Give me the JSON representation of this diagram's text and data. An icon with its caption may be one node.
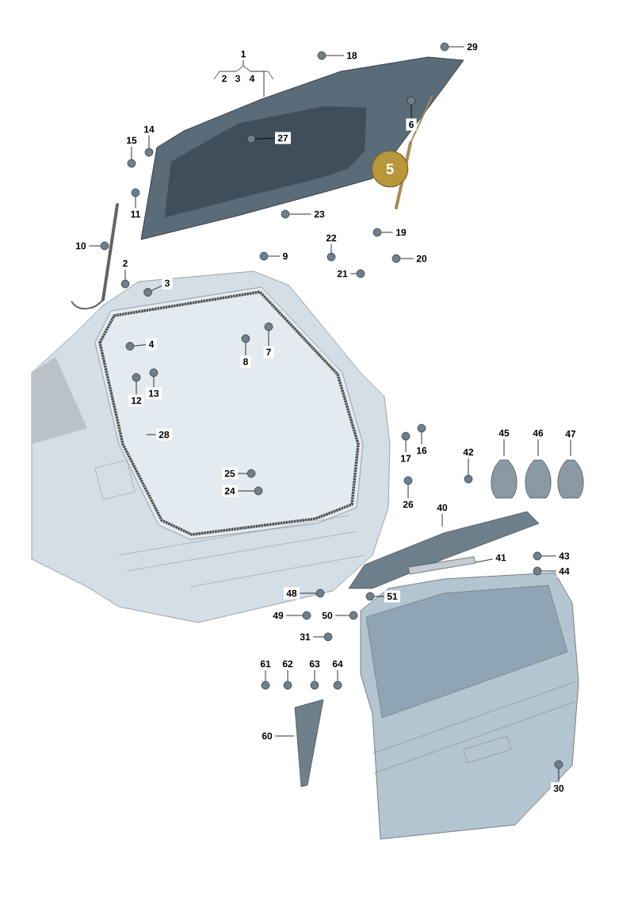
{
  "diagram": {
    "nodes": [
      {
        "text": [
          "1"
        ]
      },
      {
        "text": [
          "18"
        ]
      },
      {
        "text": [
          "29"
        ]
      },
      {
        "text": [
          "27"
        ]
      },
      {
        "text": [
          "14"
        ]
      },
      {
        "text": [
          "15"
        ]
      },
      {
        "text": [
          "6"
        ]
      },
      {
        "text": [
          "5"
        ]
      },
      {
        "text": [
          "23"
        ]
      },
      {
        "text": [
          "11"
        ]
      },
      {
        "text": [
          "19"
        ]
      },
      {
        "text": [
          "22"
        ]
      },
      {
        "text": [
          "10"
        ]
      },
      {
        "text": [
          "9"
        ]
      },
      {
        "text": [
          "20"
        ]
      },
      {
        "text": [
          "2"
        ]
      },
      {
        "text": [
          "3"
        ]
      },
      {
        "text": [
          "21"
        ]
      },
      {
        "text": [
          "4"
        ]
      },
      {
        "text": [
          "7"
        ]
      },
      {
        "text": [
          "8"
        ]
      },
      {
        "text": [
          "13"
        ]
      },
      {
        "text": [
          "12"
        ]
      },
      {
        "text": [
          "28"
        ]
      },
      {
        "text": [
          "45"
        ]
      },
      {
        "text": [
          "46"
        ]
      },
      {
        "text": [
          "47"
        ]
      },
      {
        "text": [
          "16"
        ]
      },
      {
        "text": [
          "42"
        ]
      },
      {
        "text": [
          "17"
        ]
      },
      {
        "text": [
          "25"
        ]
      },
      {
        "text": [
          "24"
        ]
      },
      {
        "text": [
          "26"
        ]
      },
      {
        "text": [
          "40"
        ]
      },
      {
        "text": [
          "41"
        ]
      },
      {
        "text": [
          "43"
        ]
      },
      {
        "text": [
          "44"
        ]
      },
      {
        "text": [
          "48"
        ]
      },
      {
        "text": [
          "51"
        ]
      },
      {
        "text": [
          "49"
        ]
      },
      {
        "text": [
          "50"
        ]
      },
      {
        "text": [
          "31"
        ]
      },
      {
        "text": [
          "61"
        ]
      },
      {
        "text": [
          "62"
        ]
      },
      {
        "text": [
          "63"
        ]
      },
      {
        "text": [
          "64"
        ]
      },
      {
        "text": [
          "60"
        ]
      },
      {
        "text": [
          "30"
        ]
      },
      {
        "text": [],
        "shape": "circle"
      },
      {
        "text": [],
        "shape": "circle"
      },
      {
        "text": [],
        "shape": "circle"
      },
      {
        "text": [],
        "shape": "circle"
      },
      {
        "text": [],
        "shape": "circle"
      },
      {
        "text": [],
        "shape": "circle"
      },
      {
        "text": [],
        "shape": "circle"
      },
      {
        "text": [],
        "shape": "circle"
      },
      {
        "text": [],
        "shape": "circle"
      },
      {
        "text": [],
        "shape": "circle"
      },
      {
        "text": [],
        "shape": "circle"
      },
      {
        "text": [],
        "shape": "circle"
      },
      {
        "text": [],
        "shape": "circle"
      },
      {
        "text": [],
        "shape": "circle"
      },
      {
        "text": [],
        "shape": "circle"
      },
      {
        "text": [],
        "shape": "circle"
      },
      {
        "text": [],
        "shape": "circle"
      },
      {
        "text": [],
        "shape": "circle"
      },
      {
        "text": [],
        "shape": "circle"
      },
      {
        "text": [],
        "shape": "circle"
      },
      {
        "text": [],
        "shape": "circle"
      },
      {
        "text": [],
        "shape": "circle"
      },
      {
        "text": [],
        "shape": "circle"
      },
      {
        "text": [],
        "shape": "circle"
      },
      {
        "text": [],
        "shape": "circle"
      },
      {
        "text": [],
        "shape": "circle"
      },
      {
        "text": [],
        "shape": "circle"
      },
      {
        "text": [],
        "shape": "circle"
      },
      {
        "text": [],
        "shape": "circle"
      },
      {
        "text": [],
        "shape": "circle"
      },
      {
        "text": [],
        "shape": "circle"
      },
      {
        "text": [],
        "shape": "circle"
      },
      {
        "text": [],
        "shape": "circle"
      },
      {
        "text": [],
        "shape": "circle"
      },
      {
        "text": [],
        "shape": "circle"
      },
      {
        "text": [],
        "shape": "circle"
      },
      {
        "text": [],
        "shape": "circle"
      },
      {
        "text": [],
        "shape": "circle"
      },
      {
        "text": [],
        "shape": "circle"
      }
    ],
    "edges": [
      {
        "from": 0,
        "to": null,
        "arrow": "none"
      },
      {
        "from": 1,
        "to": 48,
        "arrow": "none"
      },
      {
        "from": 2,
        "to": 49,
        "arrow": "none"
      },
      {
        "from": 3,
        "to": 50,
        "arrow": "none"
      },
      {
        "from": 4,
        "to": 51,
        "arrow": "none"
      },
      {
        "from": 5,
        "to": 52,
        "arrow": "none"
      },
      {
        "from": 6,
        "to": 53,
        "arrow": "none"
      },
      {
        "from": 8,
        "to": 54,
        "arrow": "none"
      },
      {
        "from": 9,
        "to": 55,
        "arrow": "none"
      },
      {
        "from": 10,
        "to": 56,
        "arrow": "none"
      },
      {
        "from": 11,
        "to": 57,
        "arrow": "none"
      },
      {
        "from": 12,
        "to": 58,
        "arrow": "none"
      },
      {
        "from": 13,
        "to": 59,
        "arrow": "none"
      },
      {
        "from": 14,
        "to": 60,
        "arrow": "none"
      },
      {
        "from": 15,
        "to": 61,
        "arrow": "none"
      },
      {
        "from": 16,
        "to": 62,
        "arrow": "none"
      },
      {
        "from": 17,
        "to": 63,
        "arrow": "none"
      },
      {
        "from": 18,
        "to": 64,
        "arrow": "none"
      },
      {
        "from": 19,
        "to": 65,
        "arrow": "none"
      },
      {
        "from": 20,
        "to": 66,
        "arrow": "none"
      },
      {
        "from": 21,
        "to": 67,
        "arrow": "none"
      },
      {
        "from": 22,
        "to": 68,
        "arrow": "none"
      },
      {
        "from": 23,
        "to": null,
        "arrow": "none"
      },
      {
        "from": 24,
        "to": null,
        "arrow": "none"
      },
      {
        "from": 25,
        "to": null,
        "arrow": "none"
      },
      {
        "from": 26,
        "to": null,
        "arrow": "none"
      },
      {
        "from": 27,
        "to": 69,
        "arrow": "none"
      },
      {
        "from": 28,
        "to": 70,
        "arrow": "none"
      },
      {
        "from": 29,
        "to": 71,
        "arrow": "none"
      },
      {
        "from": 30,
        "to": 72,
        "arrow": "none"
      },
      {
        "from": 31,
        "to": 73,
        "arrow": "none"
      },
      {
        "from": 32,
        "to": 74,
        "arrow": "none"
      },
      {
        "from": 33,
        "to": null,
        "arrow": "none"
      },
      {
        "from": 34,
        "to": null,
        "arrow": "none"
      },
      {
        "from": 35,
        "to": 75,
        "arrow": "none"
      },
      {
        "from": 36,
        "to": 76,
        "arrow": "none"
      },
      {
        "from": 37,
        "to": 77,
        "arrow": "none"
      },
      {
        "from": 38,
        "to": 78,
        "arrow": "none"
      },
      {
        "from": 39,
        "to": 79,
        "arrow": "none"
      },
      {
        "from": 40,
        "to": 80,
        "arrow": "none"
      },
      {
        "from": 41,
        "to": 81,
        "arrow": "none"
      },
      {
        "from": 42,
        "to": 82,
        "arrow": "none"
      },
      {
        "from": 43,
        "to": 83,
        "arrow": "none"
      },
      {
        "from": 44,
        "to": 84,
        "arrow": "none"
      },
      {
        "from": 45,
        "to": 85,
        "arrow": "none"
      },
      {
        "from": 46,
        "to": null,
        "arrow": "none"
      },
      {
        "from": 47,
        "to": 86,
        "arrow": "none"
      }
    ],
    "labels": [
      "2",
      "3",
      "4"
    ]
  }
}
